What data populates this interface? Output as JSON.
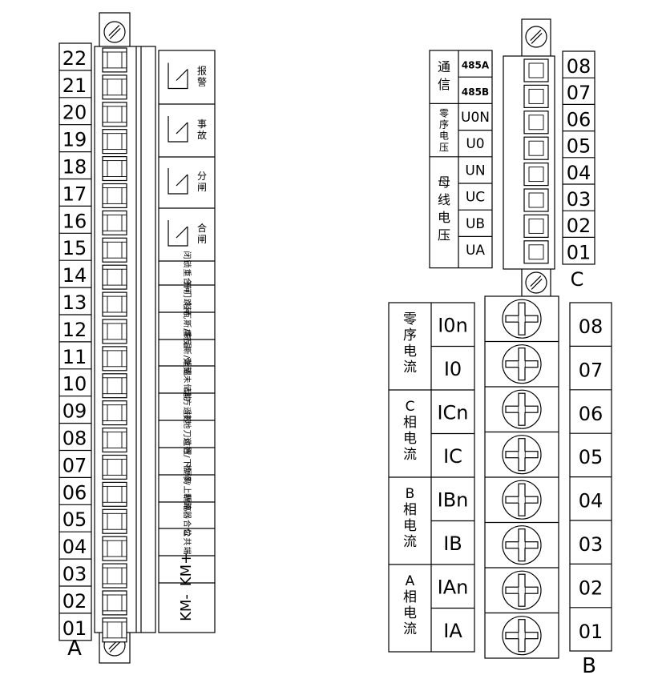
{
  "block_a": {
    "label": "A",
    "terminals": [
      "22",
      "21",
      "20",
      "19",
      "18",
      "17",
      "16",
      "15",
      "14",
      "13",
      "12",
      "11",
      "10",
      "09",
      "08",
      "07",
      "06",
      "05",
      "04",
      "03",
      "02",
      "01"
    ],
    "functions": [
      {
        "text": "报警",
        "contact": true
      },
      {
        "text": "事故",
        "contact": true
      },
      {
        "text": "分闸",
        "contact": true
      },
      {
        "text": "合闸",
        "contact": true
      },
      {
        "text": "闭锁重合闸"
      },
      {
        "text": "开门跳闸"
      },
      {
        "text": "轻瓦斯/高温"
      },
      {
        "text": "重瓦斯/超温"
      },
      {
        "text": "弹簧未储能"
      },
      {
        "text": "远方遥控"
      },
      {
        "text": "接地刀位置"
      },
      {
        "text": "运行/下隔离"
      },
      {
        "text": "检修/上隔离"
      },
      {
        "text": "断路器合位"
      },
      {
        "text": "公共端"
      },
      {
        "text": "KM+"
      },
      {
        "text": "KM-"
      }
    ]
  },
  "block_c": {
    "label": "C",
    "terminals": [
      "08",
      "07",
      "06",
      "05",
      "04",
      "03",
      "02",
      "01"
    ],
    "groups": [
      {
        "name": "通信",
        "signals": [
          "485A",
          "485B"
        ]
      },
      {
        "name": "零序电压",
        "signals": [
          "U0N",
          "U0"
        ]
      },
      {
        "name": "母线电压",
        "signals": [
          "UN",
          "UC",
          "UB",
          "UA"
        ]
      }
    ]
  },
  "block_b": {
    "label": "B",
    "terminals": [
      "08",
      "07",
      "06",
      "05",
      "04",
      "03",
      "02",
      "01"
    ],
    "groups": [
      {
        "name": "零序电流",
        "signals": [
          "I0n",
          "I0"
        ]
      },
      {
        "name": "C相电流",
        "signals": [
          "ICn",
          "IC"
        ]
      },
      {
        "name": "B相电流",
        "signals": [
          "IBn",
          "IB"
        ]
      },
      {
        "name": "A相电流",
        "signals": [
          "IAn",
          "IA"
        ]
      }
    ]
  }
}
